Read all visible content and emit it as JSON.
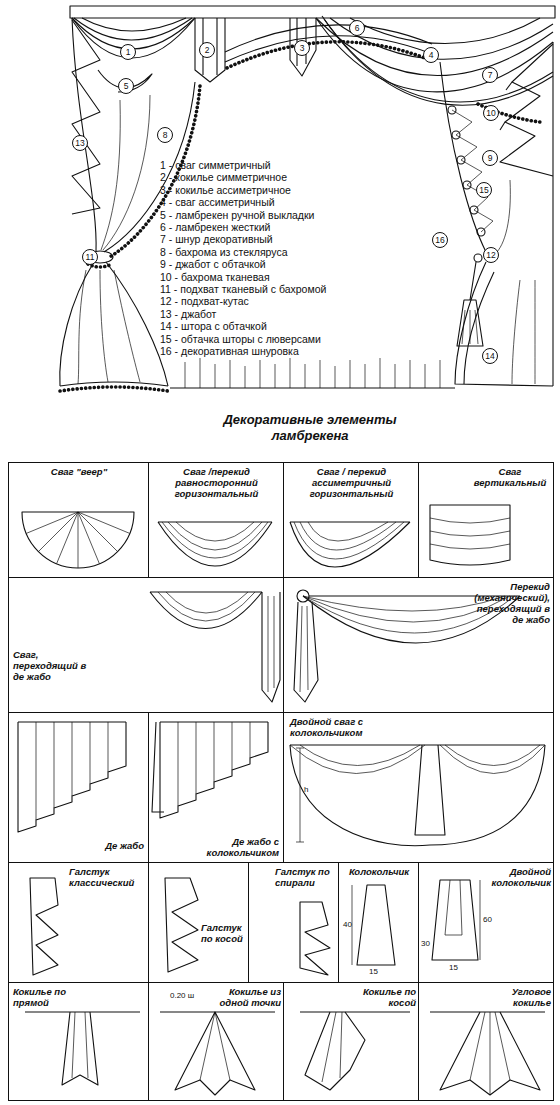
{
  "diagram": {
    "title": "Декоративные элементы ламбрекена",
    "nodes": [
      {
        "text": [
          "1"
        ]
      },
      {
        "text": [
          "2"
        ]
      },
      {
        "text": [
          "3"
        ]
      },
      {
        "text": [
          "4"
        ]
      },
      {
        "text": [
          "5"
        ]
      },
      {
        "text": [
          "6"
        ]
      },
      {
        "text": [
          "7"
        ]
      },
      {
        "text": [
          "8"
        ]
      },
      {
        "text": [
          "9"
        ]
      },
      {
        "text": [
          "10"
        ]
      },
      {
        "text": [
          "11"
        ]
      },
      {
        "text": [
          "12"
        ]
      },
      {
        "text": [
          "13"
        ]
      },
      {
        "text": [
          "14"
        ]
      },
      {
        "text": [
          "15"
        ]
      },
      {
        "text": [
          "16"
        ]
      },
      {
        "text": [
          "Сваг \"веер\""
        ]
      },
      {
        "text": [
          "Сваг /перекид равносторонний горизонтальный"
        ]
      },
      {
        "text": [
          "Сваг / перекид ассиметричный горизонтальный"
        ]
      },
      {
        "text": [
          "Сваг вертикальный"
        ]
      },
      {
        "text": [
          "Сваг, переходящий в де жабо"
        ]
      },
      {
        "text": [
          "Перекид (механический), переходящий в де жабо"
        ]
      },
      {
        "text": [
          "Де жабо"
        ]
      },
      {
        "text": [
          "Де жабо с колокольчиком"
        ]
      },
      {
        "text": [
          "Двойной сваг с колокольчиком"
        ]
      },
      {
        "text": [
          "Галстук классический"
        ]
      },
      {
        "text": [
          "Галстук по косой"
        ]
      },
      {
        "text": [
          "Галстук по спирали"
        ]
      },
      {
        "text": [
          "Колокольчик"
        ]
      },
      {
        "text": [
          "Двойной колокольчик"
        ]
      },
      {
        "text": [
          "Кокилье по прямой"
        ]
      },
      {
        "text": [
          "Кокилье из одной точки"
        ]
      },
      {
        "text": [
          "Кокилье по косой"
        ]
      },
      {
        "text": [
          "Угловое кокилье"
        ]
      }
    ],
    "labels": [
      "40",
      "15",
      "60",
      "30",
      "15",
      "0.20 ш",
      "h"
    ],
    "legend": [
      {
        "text": "1 - сваг симметричный"
      },
      {
        "text": "2 - кокилье симметричное"
      },
      {
        "text": "3 - кокилье ассиметричное"
      },
      {
        "text": "4 - сваг ассиметричный"
      },
      {
        "text": "5 - ламбрекен ручной выкладки"
      },
      {
        "text": "6 - ламбрекен жесткий"
      },
      {
        "text": "7 - шнур декоративный"
      },
      {
        "text": "8 - бахрома из стекляруса"
      },
      {
        "text": "9 - джабот с обтачкой"
      },
      {
        "text": "10 - бахрома тканевая"
      },
      {
        "text": "11 - подхват тканевый с бахромой"
      },
      {
        "text": "12 - подхват-кутас"
      },
      {
        "text": "13 - джабот"
      },
      {
        "text": "14 - штора с обтачкой"
      },
      {
        "text": "15 - обтачка шторы с люверсами"
      },
      {
        "text": "16 - декоративная шнуровка"
      }
    ]
  }
}
